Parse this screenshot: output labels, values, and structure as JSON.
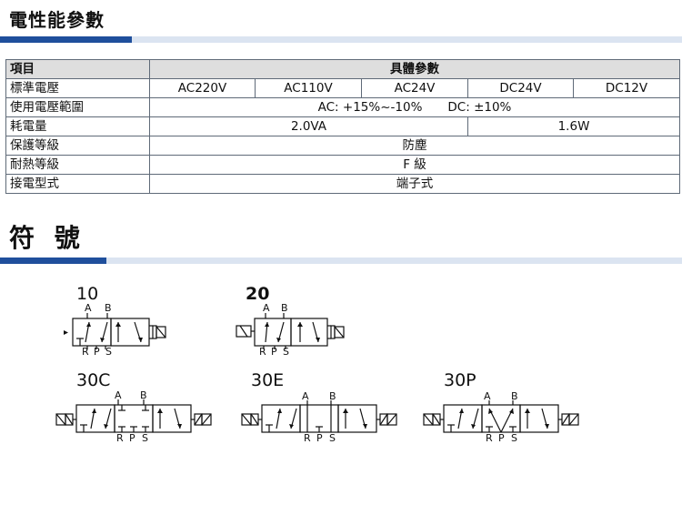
{
  "section1": {
    "title": "電性能參數"
  },
  "section2": {
    "title": "符 號"
  },
  "table": {
    "header": {
      "item": "項目",
      "spec": "具體參數"
    },
    "rows": [
      {
        "label": "標準電壓",
        "cells": [
          "AC220V",
          "AC110V",
          "AC24V",
          "DC24V",
          "DC12V"
        ]
      },
      {
        "label": "使用電壓範圍",
        "ac": "AC: +15%~-10%",
        "dc": "DC: ±10%"
      },
      {
        "label": "耗電量",
        "cells": [
          "2.0VA",
          "1.6W"
        ]
      },
      {
        "label": "保護等級",
        "value": "防塵"
      },
      {
        "label": "耐熱等級",
        "value": "F 級"
      },
      {
        "label": "接電型式",
        "value": "端子式"
      }
    ]
  },
  "symbols": [
    {
      "label": "10",
      "top_ports": [
        "A",
        "B"
      ],
      "bottom_ports": [
        "R",
        "P",
        "S"
      ]
    },
    {
      "label": "20",
      "top_ports": [
        "A",
        "B"
      ],
      "bottom_ports": [
        "R",
        "P",
        "S"
      ]
    },
    {
      "label": "30C",
      "top_ports": [
        "A",
        "B"
      ],
      "bottom_ports": [
        "R",
        "P",
        "S"
      ]
    },
    {
      "label": "30E",
      "top_ports": [
        "A",
        "B"
      ],
      "bottom_ports": [
        "R",
        "P",
        "S"
      ]
    },
    {
      "label": "30P",
      "top_ports": [
        "A",
        "B"
      ],
      "bottom_ports": [
        "R",
        "P",
        "S"
      ]
    }
  ],
  "colors": {
    "accent_dark": "#1f4f9c",
    "accent_light": "#dbe4f1",
    "header_bg": "#dedede"
  }
}
